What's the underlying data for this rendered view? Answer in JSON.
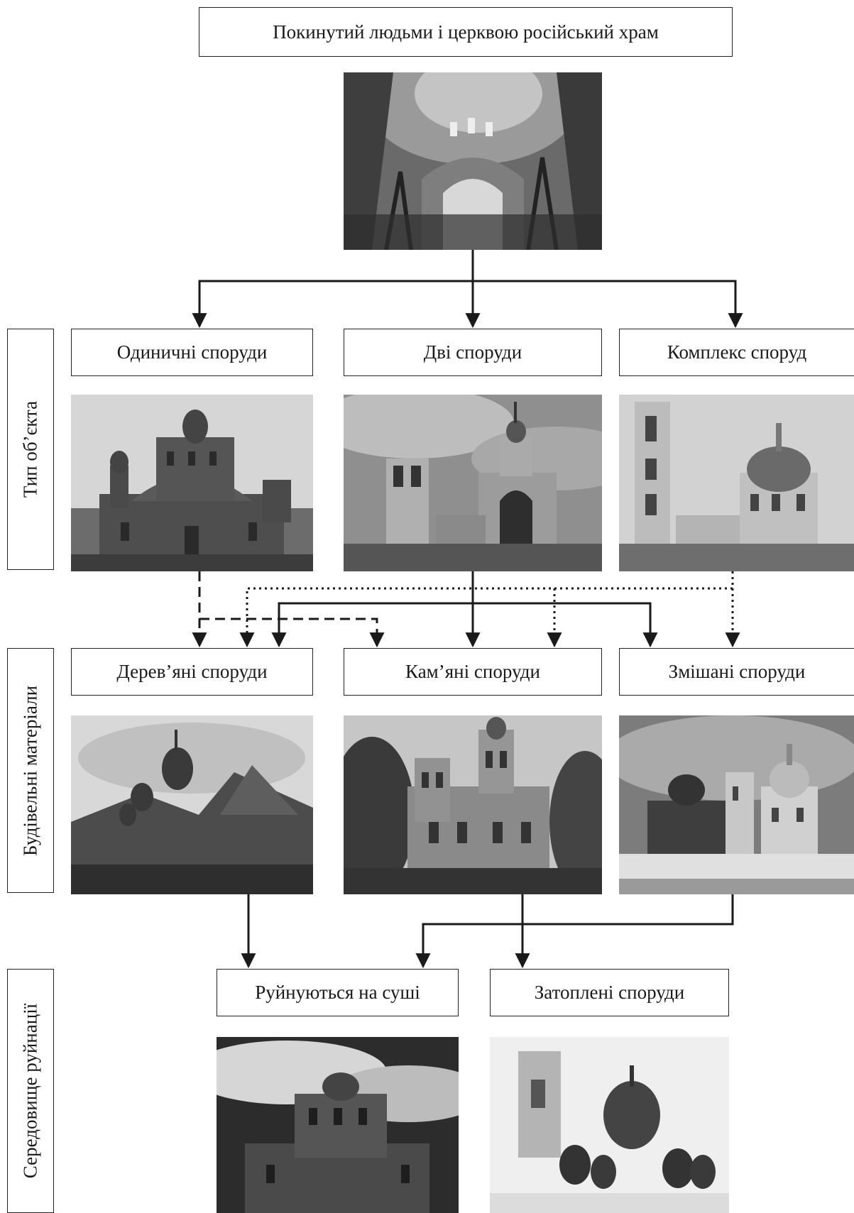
{
  "top": {
    "title": "Покинутий людьми і церквою російський храм"
  },
  "rows": {
    "object_type": {
      "label": "Тип об’єкта",
      "items": [
        "Одиничні споруди",
        "Дві споруди",
        "Комплекс споруд"
      ]
    },
    "materials": {
      "label": "Будівельні матеріали",
      "items": [
        "Дерев’яні споруди",
        "Кам’яні споруди",
        "Змішані споруди"
      ]
    },
    "environment": {
      "label": "Середовище руйнації",
      "items": [
        "Руйнуються на суші",
        "Затоплені споруди"
      ]
    }
  }
}
